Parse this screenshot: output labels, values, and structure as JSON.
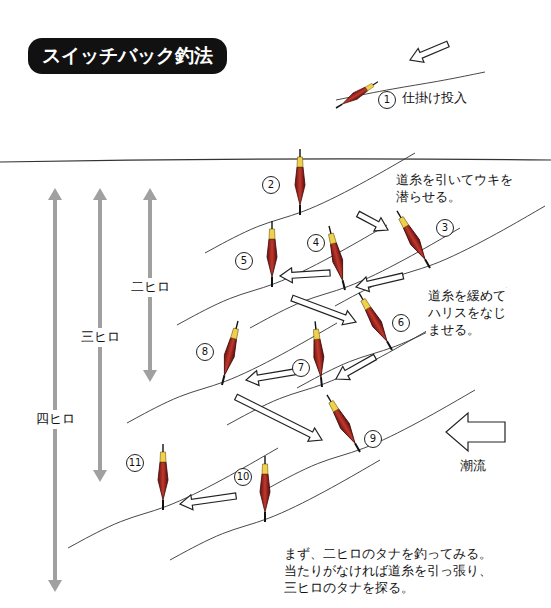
{
  "diagram": {
    "title": "スイッチバック釣法",
    "labels": [
      "1",
      "仕掛け投入",
      "2",
      "道糸を引いてウキを 潜らせる。",
      "3",
      "4",
      "5",
      "二ヒロ",
      "道糸を緩めて ハリスをなじ ませる。",
      "6",
      "8",
      "7",
      "三ヒロ",
      "四ヒロ",
      "9",
      "潮流",
      "11",
      "10",
      "まず、二ヒロのタナを釣ってみる。 当たりがなければ道糸を引っ張り、 三ヒロのタナを探る。"
    ]
  }
}
